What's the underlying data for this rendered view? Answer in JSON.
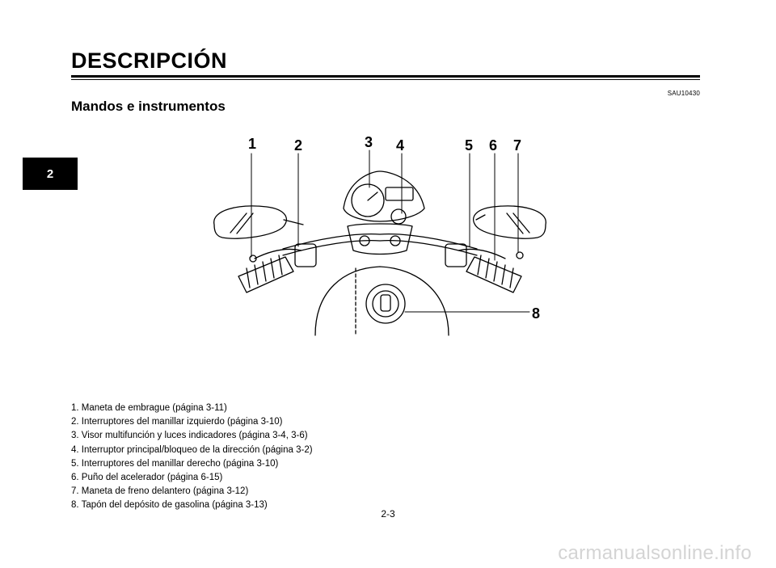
{
  "header": {
    "chapter_title": "DESCRIPCIÓN",
    "section_code": "SAU10430",
    "section_title": "Mandos e instrumentos"
  },
  "chapter_tab": "2",
  "callouts": [
    "1",
    "2",
    "3",
    "4",
    "5",
    "6",
    "7",
    "8"
  ],
  "legend": [
    "1.  Maneta de embrague (página 3-11)",
    "2.  Interruptores del manillar izquierdo (página 3-10)",
    "3.  Visor multifunción y luces indicadores (página 3-4, 3-6)",
    "4.  Interruptor principal/bloqueo de la dirección (página 3-2)",
    "5.  Interruptores del manillar derecho (página 3-10)",
    "6.  Puño del acelerador (página 6-15)",
    "7.  Maneta de freno delantero (página 3-12)",
    "8.  Tapón del depósito de gasolina (página 3-13)"
  ],
  "footer": {
    "page_number": "2-3",
    "watermark": "carmanualsonline.info"
  }
}
